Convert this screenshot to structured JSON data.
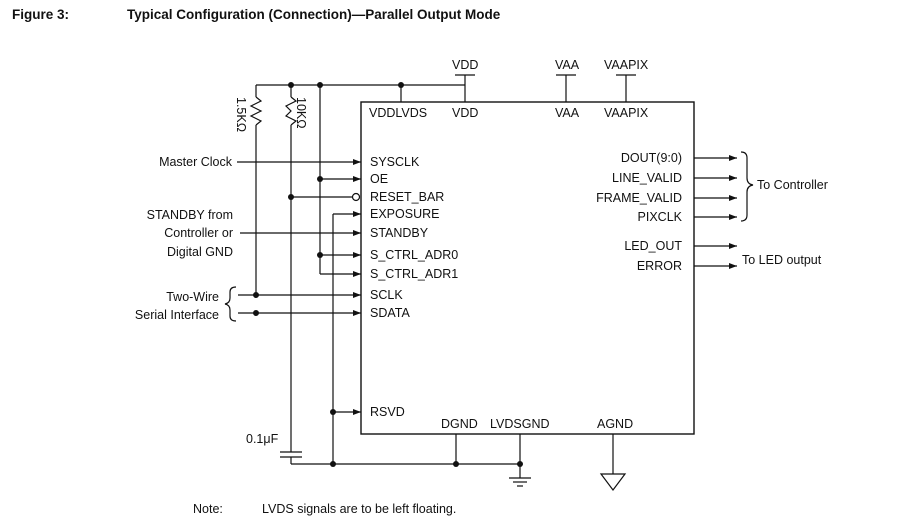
{
  "figure": {
    "number_label": "Figure 3:",
    "title": "Typical Configuration (Connection)—Parallel Output Mode",
    "note_label": "Note:",
    "note_text": "LVDS signals are to be left floating."
  },
  "supplies": {
    "vdd": "VDD",
    "vaa": "VAA",
    "vaapix": "VAAPIX"
  },
  "chip": {
    "top_pins": [
      "VDDLVDS",
      "VDD",
      "VAA",
      "VAAPIX"
    ],
    "bottom_pins": [
      "DGND",
      "LVDSGND",
      "AGND"
    ],
    "left_pins": [
      "SYSCLK",
      "OE",
      "RESET_BAR",
      "EXPOSURE",
      "STANDBY",
      "S_CTRL_ADR0",
      "S_CTRL_ADR1",
      "SCLK",
      "SDATA",
      "RSVD"
    ],
    "right_pins": [
      "DOUT(9:0)",
      "LINE_VALID",
      "FRAME_VALID",
      "PIXCLK",
      "LED_OUT",
      "ERROR"
    ]
  },
  "components": {
    "pullup_1": "1.5KΩ",
    "pullup_2": "10KΩ",
    "capacitor": "0.1μF"
  },
  "external_labels": {
    "master_clock": "Master Clock",
    "standby_source": [
      "STANDBY from",
      "Controller or",
      "Digital GND"
    ],
    "two_wire": [
      "Two-Wire",
      "Serial Interface"
    ],
    "to_controller": "To Controller",
    "to_led": "To LED output"
  }
}
